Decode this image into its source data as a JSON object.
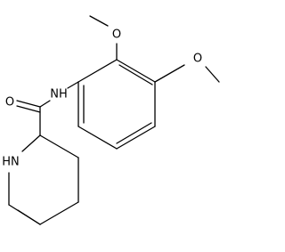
{
  "molecule": {
    "background_color": "#ffffff",
    "line_color": "#000000",
    "labels": {
      "methoxy_top_o": "O",
      "methoxy_right_o": "O",
      "amide_nh": "NH",
      "carbonyl_o": "O",
      "ring_nh": "HN"
    }
  }
}
